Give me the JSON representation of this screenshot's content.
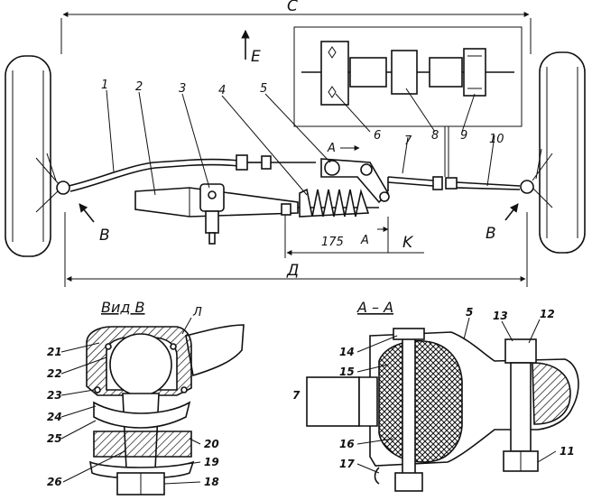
{
  "dimensions": {
    "c": "C",
    "d": "Д",
    "k": "K",
    "offset": "175"
  },
  "direction": {
    "e": "E"
  },
  "views": {
    "b_left": "B",
    "b_right": "B",
    "section_mark_top": "A",
    "section_mark_bottom": "A"
  },
  "captions": {
    "view_b": "Вид В",
    "section_aa": "А – А",
    "detail_l": "Л"
  },
  "top_labels": [
    "1",
    "2",
    "3",
    "4",
    "5",
    "6",
    "7",
    "8",
    "9",
    "10"
  ],
  "view_b_labels": {
    "l21": "21",
    "l22": "22",
    "l23": "23",
    "l24": "24",
    "l25": "25",
    "l26": "26",
    "l20": "20",
    "l19": "19",
    "l18": "18"
  },
  "section_labels": {
    "l5": "5",
    "l7": "7",
    "l11": "11",
    "l12": "12",
    "l13": "13",
    "l14": "14",
    "l15": "15",
    "l16": "16",
    "l17": "17"
  }
}
